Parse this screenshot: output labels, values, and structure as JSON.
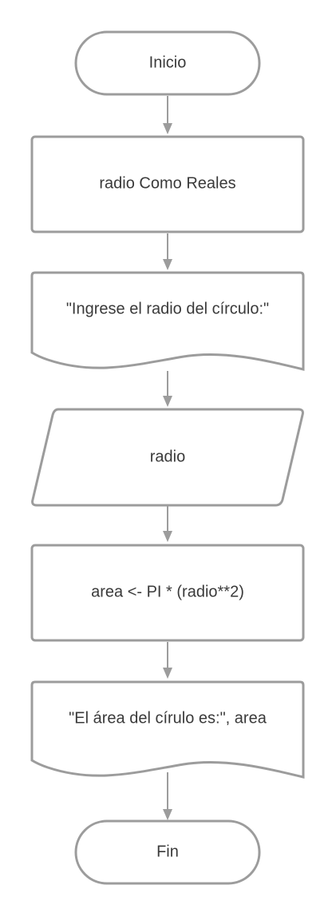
{
  "flowchart": {
    "nodes": [
      {
        "id": "start",
        "type": "terminal",
        "label": "Inicio"
      },
      {
        "id": "declare",
        "type": "process",
        "label": "radio Como Reales"
      },
      {
        "id": "prompt",
        "type": "output-document",
        "label": "\"Ingrese el radio del círculo:\""
      },
      {
        "id": "read",
        "type": "input",
        "label": "radio"
      },
      {
        "id": "compute",
        "type": "process",
        "label": "area <- PI * (radio**2)"
      },
      {
        "id": "result",
        "type": "output-document",
        "label": "\"El área del círulo es:\", area"
      },
      {
        "id": "end",
        "type": "terminal",
        "label": "Fin"
      }
    ],
    "edges": [
      {
        "from": "start",
        "to": "declare"
      },
      {
        "from": "declare",
        "to": "prompt"
      },
      {
        "from": "prompt",
        "to": "read"
      },
      {
        "from": "read",
        "to": "compute"
      },
      {
        "from": "compute",
        "to": "result"
      },
      {
        "from": "result",
        "to": "end"
      }
    ],
    "colors": {
      "stroke": "#9c9c9c",
      "fill": "#ffffff",
      "text": "#3a3a3a"
    }
  }
}
